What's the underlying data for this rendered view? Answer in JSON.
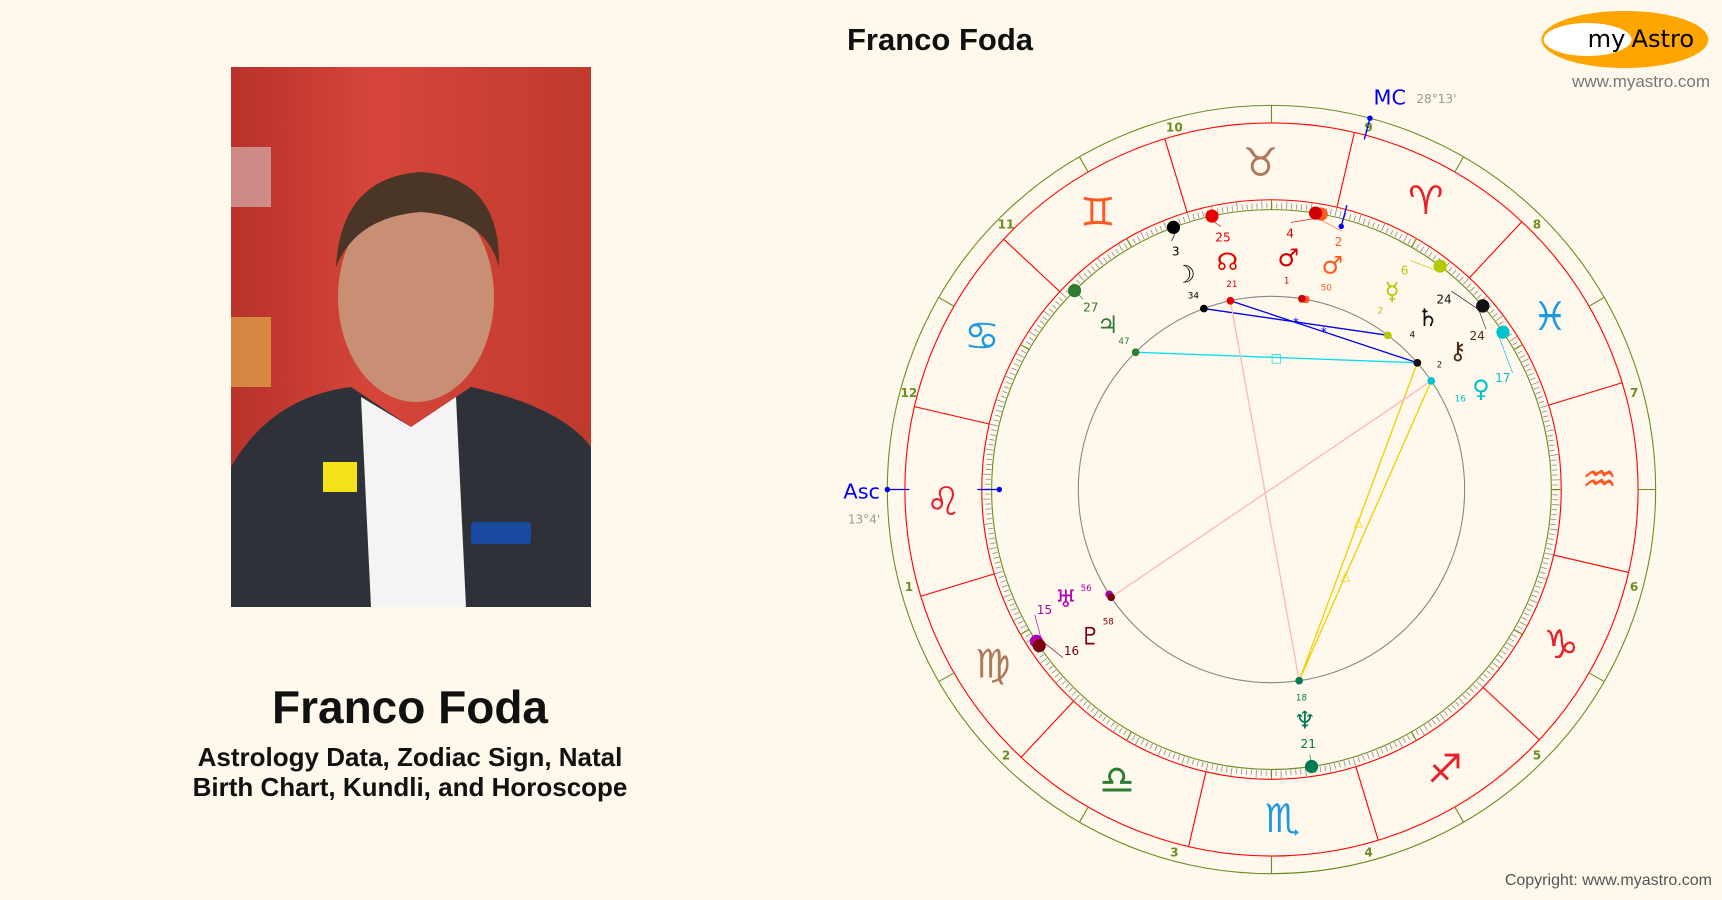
{
  "person": {
    "name": "Franco Foda",
    "subtitle_line1": "Astrology Data, Zodiac Sign, Natal",
    "subtitle_line2": "Birth Chart, Kundli, and Horoscope"
  },
  "chart_header": {
    "title": "Franco Foda"
  },
  "logo": {
    "text_my": "my",
    "text_astro": "Astro",
    "url": "www.myastro.com",
    "color": "#ffa500"
  },
  "footer": {
    "copyright": "Copyright: www.myastro.com"
  },
  "chart": {
    "asc": {
      "label": "Asc",
      "value": "13°4'",
      "longitude": 133.07
    },
    "mc": {
      "label": "MC",
      "value": "28°13'",
      "longitude": 28.22
    },
    "house_labels": [
      "1",
      "2",
      "3",
      "4",
      "5",
      "6",
      "7",
      "8",
      "9",
      "10",
      "11",
      "12"
    ],
    "signs": [
      {
        "name": "aries",
        "glyph": "♈",
        "color": "#e8202a"
      },
      {
        "name": "taurus",
        "glyph": "♉",
        "color": "#b0785a"
      },
      {
        "name": "gemini",
        "glyph": "♊",
        "color": "#ff5722"
      },
      {
        "name": "cancer",
        "glyph": "♋",
        "color": "#1e9be0"
      },
      {
        "name": "leo",
        "glyph": "♌",
        "color": "#e8202a"
      },
      {
        "name": "virgo",
        "glyph": "♍",
        "color": "#b0785a"
      },
      {
        "name": "libra",
        "glyph": "♎",
        "color": "#2e7d32"
      },
      {
        "name": "scorpio",
        "glyph": "♏",
        "color": "#1e9be0"
      },
      {
        "name": "sagittarius",
        "glyph": "♐",
        "color": "#e8202a"
      },
      {
        "name": "capricorn",
        "glyph": "♑",
        "color": "#e8202a"
      },
      {
        "name": "aquarius",
        "glyph": "♒",
        "color": "#ff5722"
      },
      {
        "name": "pisces",
        "glyph": "♓",
        "color": "#1e9be0"
      }
    ],
    "planets": [
      {
        "id": "moon",
        "glyph": "☽",
        "longitude": 63.57,
        "deg": "3",
        "min": "34",
        "color": "#000000"
      },
      {
        "id": "north-node",
        "glyph": "☊",
        "longitude": 55.35,
        "deg": "25",
        "min": "21",
        "color": "#e80000"
      },
      {
        "id": "mars",
        "glyph": "♂",
        "longitude": 34.02,
        "deg": "4",
        "min": "1",
        "color": "#d00000"
      },
      {
        "id": "mars-2",
        "glyph": "♂",
        "longitude": 32.83,
        "deg": "2",
        "min": "50",
        "color": "#ff5a1f"
      },
      {
        "id": "mercury",
        "glyph": "☿",
        "longitude": 6.03,
        "deg": "6",
        "min": "2",
        "color": "#b5c800"
      },
      {
        "id": "saturn",
        "glyph": "♄",
        "longitude": 354.07,
        "deg": "24",
        "min": "4",
        "color": "#111111"
      },
      {
        "id": "chiron",
        "glyph": "⚷",
        "longitude": 354.03,
        "deg": "24",
        "min": "2",
        "color": "#4a2a10"
      },
      {
        "id": "venus",
        "glyph": "♀",
        "longitude": 347.27,
        "deg": "17",
        "min": "16",
        "color": "#00c4cc"
      },
      {
        "id": "jupiter",
        "glyph": "♃",
        "longitude": 87.78,
        "deg": "27",
        "min": "47",
        "color": "#2e7d32"
      },
      {
        "id": "uranus",
        "glyph": "♅",
        "longitude": 165.93,
        "deg": "15",
        "min": "56",
        "color": "#b000b0"
      },
      {
        "id": "pluto",
        "glyph": "♇",
        "longitude": 166.97,
        "deg": "16",
        "min": "58",
        "color": "#7a0010"
      },
      {
        "id": "neptune",
        "glyph": "♆",
        "longitude": 231.3,
        "deg": "21",
        "min": "18",
        "color": "#007a50"
      }
    ],
    "aspects": [
      {
        "from": "moon",
        "to": "mercury",
        "type": "sextile",
        "symbol": "*",
        "color": "#0000ee"
      },
      {
        "from": "north-node",
        "to": "saturn",
        "type": "sextile",
        "symbol": "*",
        "color": "#0000ee"
      },
      {
        "from": "jupiter",
        "to": "saturn",
        "type": "square",
        "symbol": "□",
        "color": "#00e0f0"
      },
      {
        "from": "neptune",
        "to": "saturn",
        "type": "trine",
        "symbol": "△",
        "color": "#f0d000"
      },
      {
        "from": "neptune",
        "to": "venus",
        "type": "trine",
        "symbol": "△",
        "color": "#f0d000"
      },
      {
        "from": "pluto",
        "to": "venus",
        "type": "opposition",
        "symbol": "",
        "color": "#ffb6c1"
      },
      {
        "from": "north-node",
        "to": "neptune",
        "type": "opposition",
        "symbol": "",
        "color": "#ffb6c1"
      }
    ]
  }
}
